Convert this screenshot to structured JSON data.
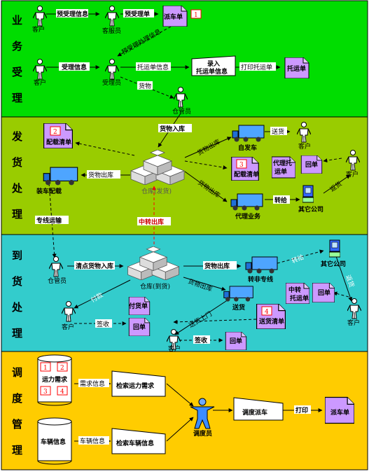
{
  "colors": {
    "band1": "#00dd00",
    "band2": "#99cc00",
    "band3": "#33cccc",
    "band4": "#ffcc00",
    "doc": "#cc99ff",
    "truck": "#3399ff",
    "person": "#3366ff",
    "badge": "#ff0000"
  },
  "sections": [
    {
      "id": "business",
      "title": "业务受理"
    },
    {
      "id": "dispatch",
      "title": "发货处理"
    },
    {
      "id": "arrival",
      "title": "到货处理"
    },
    {
      "id": "scheduling",
      "title": "调度管理"
    }
  ],
  "labels": {
    "customer": "客户",
    "service_staff": "客服员",
    "receiver": "受理员",
    "warehouse_keeper": "仓管员",
    "dispatcher": "调度员",
    "other_company": "其它公司",
    "pre_accept_info": "预受理信息",
    "pre_accept_order": "预受理单",
    "dispatch_order": "派车单",
    "pre_accept_proc_info": "预受理处理信息",
    "accept_info": "受理信息",
    "consign_info": "托运单信息",
    "enter_consign": "录入托运单信息",
    "print_consign": "打印托运单",
    "consign_order": "托运单",
    "cargo": "货物",
    "goods_in": "货物入库",
    "goods_out": "货物出库",
    "warehouse_dispatch": "仓库(发货)",
    "warehouse_arrival": "仓库(到货)",
    "loading_list": "配载清单",
    "truck_loading": "装车配载",
    "own_truck": "自发车",
    "deliver": "送货",
    "agent_business": "代理业务",
    "agent_consign": "代理托运单",
    "return_receipt": "回单",
    "transfer_out_btn": "转给",
    "return_goods": "返货",
    "line_transport": "专线运输",
    "transit_out": "中转出库",
    "count_in": "清点货物入库",
    "transit_line": "转非专线",
    "transit": "转给",
    "transit_consign": "中转托运单",
    "pay": "付款",
    "payment_order": "付货单",
    "sign": "签收",
    "delivery": "送货",
    "delivery_door": "送货上门",
    "delivery_order": "送货清单",
    "capacity_demand": "运力需求",
    "demand_info": "需求信息",
    "search_demand": "检索运力需求",
    "vehicle_info": "车辆信息",
    "vehicle_info2": "车辆信息",
    "search_vehicle": "检索车辆信息",
    "schedule_truck": "调度派车",
    "print": "打印"
  },
  "badges": [
    "1",
    "2",
    "3",
    "4"
  ]
}
